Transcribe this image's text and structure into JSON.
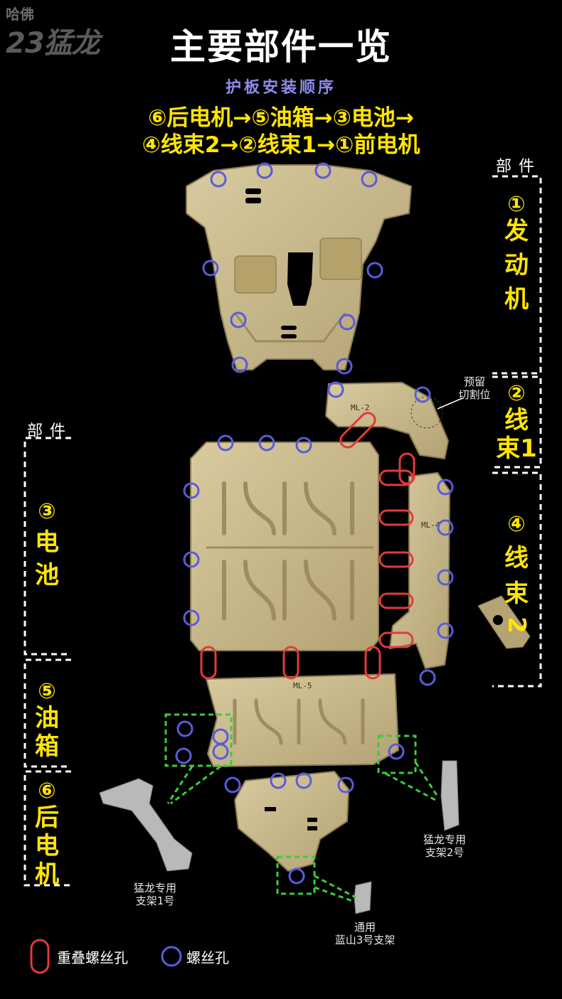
{
  "brand": {
    "line1": "哈佛",
    "line2": "23猛龙"
  },
  "title": "主要部件一览",
  "subtitle": "护板安装顺序",
  "sequence": {
    "line1": "⑥后电机→⑤油箱→③电池→",
    "line2": "④线束2→②线束1→①前电机"
  },
  "sections": {
    "right_header": "部件",
    "left_header": "部件",
    "engine": {
      "num": "①",
      "chars": [
        "发",
        "动",
        "机"
      ]
    },
    "harness1": {
      "num": "②",
      "chars": [
        "线",
        "束1"
      ]
    },
    "harness2": {
      "num": "④",
      "chars": [
        "线",
        "束",
        "2"
      ]
    },
    "battery": {
      "num": "③",
      "chars": [
        "电",
        "池"
      ]
    },
    "tank": {
      "num": "⑤",
      "chars": [
        "油",
        "箱"
      ]
    },
    "rear_motor": {
      "num": "⑥",
      "chars": [
        "后",
        "电",
        "机"
      ]
    }
  },
  "annotations": {
    "precut": [
      "预留",
      "切割位"
    ],
    "bracket1": [
      "猛龙专用",
      "支架1号"
    ],
    "bracket2": [
      "猛龙专用",
      "支架2号"
    ],
    "bracket3": [
      "通用",
      "蓝山3号支架"
    ],
    "plate_ml2": "ML-2",
    "plate_ml4": "ML-4",
    "plate_ml5": "ML-5"
  },
  "legend": {
    "overlap_hole": "重叠螺丝孔",
    "screw_hole": "螺丝孔"
  },
  "colors": {
    "plate": "#c9b98a",
    "plate_dark": "#9f8f62",
    "accent_yellow": "#ffe600",
    "subtitle_blue": "#8d8df0",
    "overlap_red": "#e23a3a",
    "screw_blue": "#5a5adc",
    "bracket_green": "#3ccc3c"
  }
}
